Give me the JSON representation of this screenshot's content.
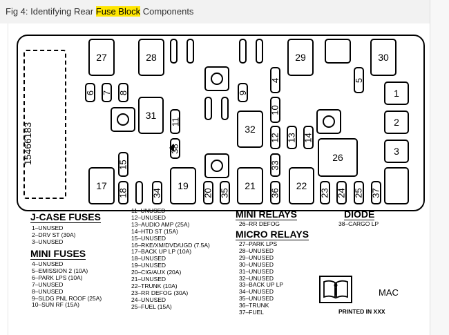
{
  "caption": {
    "prefix": "Fig 4: Identifying Rear ",
    "highlight": "Fuse Block",
    "suffix": " Components"
  },
  "part_number": "15466183",
  "fuse_block": {
    "positions": [
      "27",
      "28",
      "29",
      "30",
      "6",
      "7",
      "8",
      "9",
      "4",
      "5",
      "1",
      "31",
      "11",
      "32",
      "10",
      "2",
      "12",
      "13",
      "14",
      "38",
      "26",
      "3",
      "15",
      "33",
      "17",
      "18",
      "34",
      "19",
      "20",
      "35",
      "21",
      "36",
      "22",
      "23",
      "24",
      "25",
      "37"
    ]
  },
  "jcase": {
    "title": "J-CASE FUSES",
    "items": [
      "1–UNUSED",
      "2–DRV ST (30A)",
      "3–UNUSED"
    ]
  },
  "mini_fuses": {
    "title": "MINI FUSES",
    "items": [
      "4–UNUSED",
      "5–EMISSION 2 (10A)",
      "6–PARK LPS (10A)",
      "7–UNUSED",
      "8–UNUSED",
      "9–SLDG PNL ROOF (25A)",
      "10–SUN RF (15A)"
    ]
  },
  "fuses_list": [
    "11–UNUSED",
    "12–UNUSED",
    "13–AUDIO AMP (25A)",
    "14–HTD ST (15A)",
    "15–UNUSED",
    "16–RKE/XM/DVD/UGD (7.5A)",
    "17–BACK UP LP (10A)",
    "18–UNUSED",
    "19–UNUSED",
    "20–CIG/AUX (20A)",
    "21–UNUSED",
    "22–TRUNK (10A)",
    "23–RR DEFOG (30A)",
    "24–UNUSED",
    "25–FUEL (15A)"
  ],
  "mini_relays": {
    "title": "MINI RELAYS",
    "items": [
      "26–RR DEFOG"
    ]
  },
  "micro_relays": {
    "title": "MICRO RELAYS",
    "items": [
      "27–PARK LPS",
      "28–UNUSED",
      "29–UNUSED",
      "30–UNUSED",
      "31–UNUSED",
      "32–UNUSED",
      "33–BACK UP LP",
      "34–UNUSED",
      "35–UNUSED",
      "36–TRUNK",
      "37–FUEL"
    ]
  },
  "diode": {
    "title": "DIODE",
    "items": [
      "38–CARGO LP"
    ]
  },
  "mac": "MAC",
  "printed": "PRINTED IN XXX",
  "icons": {
    "book": "manual-book-icon",
    "arrow": "diode-arrow-icon"
  }
}
